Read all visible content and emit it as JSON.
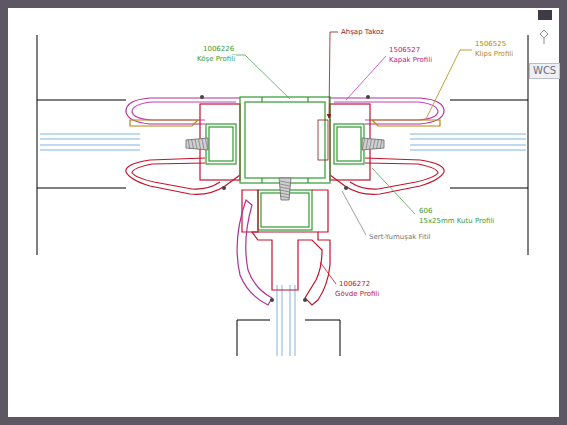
{
  "diagram": {
    "labels": [
      "1006226",
      "Köşe Profili",
      "Ahşap Takoz",
      "1506527",
      "Kapak Profili",
      "1506525",
      "Klips Profili",
      "606",
      "15x25mm Kutu Profili",
      "Sert-Yumuşak Fitil",
      "1006272",
      "Gövde Profili",
      "WCS"
    ]
  }
}
